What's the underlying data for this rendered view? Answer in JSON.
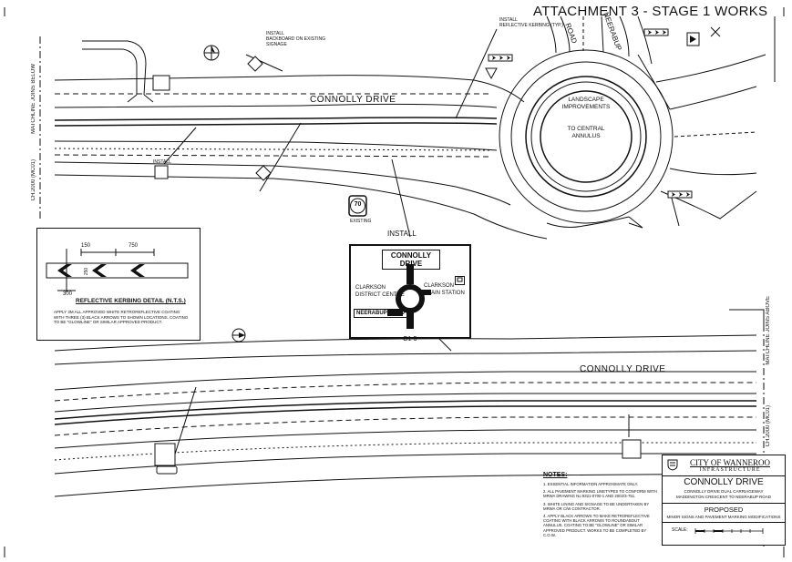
{
  "sheet_title": "ATTACHMENT 3 - STAGE 1 WORKS",
  "roads": {
    "top_name": "CONNOLLY DRIVE",
    "bottom_name": "CONNOLLY DRIVE",
    "road_north_left": "ROAD",
    "road_north_right": "NEERABUP"
  },
  "roundabout": {
    "label_line1": "LANDSCAPE",
    "label_line2": "IMPROVEMENTS",
    "label_line3": "TO CENTRAL",
    "label_line4": "ANNULUS"
  },
  "matchlines": {
    "left_top": "MATCHLINE JOINS BELOW",
    "left_ch": "CH.2000 (MC01)",
    "right_top": "MATCHLINE JOINS ABOVE",
    "right_ch": "CH.2000 (MC01)"
  },
  "install_labels": {
    "main": "INSTALL",
    "small": "INSTALL",
    "backboard": "INSTALL\nBACKBOARD ON EXISTING SIGNAGE",
    "kerbing": "INSTALL\nREFLECTIVE KERBING (TYP.)",
    "existing": "EXISTING"
  },
  "speed_sign": "70",
  "sign_panel": {
    "header": "CONNOLLY DRIVE",
    "left_dest_1": "CLARKSON",
    "left_dest_2": "DISTRICT CENTRE",
    "right_dest_1": "CLARKSON",
    "right_dest_2": "TRAIN STATION",
    "bottom_road": "NEERABUP ROAD",
    "sign_code": "G1-5"
  },
  "kerbing_detail": {
    "dim_150": "150",
    "dim_750": "750",
    "dim_300": "300",
    "dim_250": "250",
    "title": "REFLECTIVE KERBING DETAIL (N.T.S.)",
    "note": "APPLY 3M ALL APPROVED WHITE RETROREFLECTIVE COATING WITH THREE (3) BLACK ARROWS TO SHOWN LOCATIONS. COATING TO BE \"GLOWLINE\" OR SIMILAR APPROVED PRODUCT."
  },
  "notes": {
    "title": "NOTES:",
    "items": [
      "1.  ESSENTIAL INFORMATION APPROXIMATE ONLY.",
      "2.  ALL PAVEMENT MARKING LINETYPES TO CONFORM WITH MRWA DRAWING No 9321-0700-1 AND 2002/3-751.",
      "3.  WHITE LINING AND SIGNAGE TO BE UNDERTAKEN BY MRWA OR C/W CONTRACTOR.",
      "4.  APPLY BLACK ARROWS TO MAKE RETROREFLECTIVE COATING WITH BLACK ARROWS TO ROUNDABOUT ANNULUS. COATING TO BE \"GLOWLINE\" OR SIMILAR APPROVED PRODUCT. WORKS TO BE COMPLETED BY C.O.W."
    ]
  },
  "title_block": {
    "org_1": "CITY OF WANNEROO",
    "org_2": "INFRASTRUCTURE",
    "project": "CONNOLLY DRIVE",
    "sub_1": "CONNOLLY DRIVE DUAL CARRIAGEWAY",
    "sub_2": "MADDINGTON CRESCENT TO NEERABUP ROAD",
    "status": "PROPOSED",
    "desc": "MINOR SIGNS AND PAVEMENT MARKING MODIFICATIONS",
    "scale_label": "SCALE:"
  }
}
